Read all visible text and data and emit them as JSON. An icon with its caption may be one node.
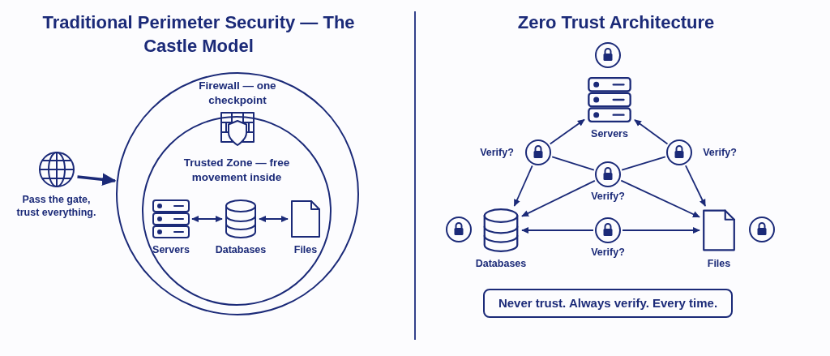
{
  "diagram": {
    "nodes": [
      {
        "text": [
          "Pass the gate, trust everything."
        ]
      },
      {
        "text": [
          "Firewall — one checkpoint"
        ]
      },
      {
        "text": [
          "Trusted Zone — free movement inside"
        ],
        "in": 1
      },
      {
        "text": [
          "Servers"
        ],
        "in": 2
      },
      {
        "text": [
          "Databases"
        ],
        "in": 2
      },
      {
        "text": [
          "Files"
        ],
        "in": 2
      },
      {
        "text": [
          "Servers"
        ]
      },
      {
        "text": [],
        "shape": "circle",
        "beside": [
          "Verify?"
        ]
      },
      {
        "text": [],
        "shape": "circle",
        "beside": [
          "Verify?"
        ]
      },
      {
        "text": [],
        "shape": "circle",
        "beside": [
          "Verify?"
        ]
      },
      {
        "text": [
          "Databases"
        ]
      },
      {
        "text": [],
        "shape": "circle",
        "beside": [
          "Verify?"
        ]
      },
      {
        "text": [
          "Files"
        ]
      },
      {
        "text": [
          "Never trust. Always verify. Every time."
        ]
      }
    ],
    "edges": [
      {
        "from": 0,
        "to": 1,
        "arrow": "to",
        "style": "thick"
      },
      {
        "from": 3,
        "to": 4,
        "arrow": "both"
      },
      {
        "from": 4,
        "to": 5,
        "arrow": "both"
      },
      {
        "from": 7,
        "to": 6,
        "arrow": "to"
      },
      {
        "from": 7,
        "to": 10,
        "arrow": "to"
      },
      {
        "from": 7,
        "to": 9,
        "arrow": "none"
      },
      {
        "from": 8,
        "to": 6,
        "arrow": "to"
      },
      {
        "from": 8,
        "to": 12,
        "arrow": "to"
      },
      {
        "from": 8,
        "to": 9,
        "arrow": "none"
      },
      {
        "from": 9,
        "to": 10,
        "arrow": "to"
      },
      {
        "from": 9,
        "to": 12,
        "arrow": "to"
      },
      {
        "from": 11,
        "to": 10,
        "arrow": "to"
      },
      {
        "from": 11,
        "to": 12,
        "arrow": "to"
      }
    ],
    "labels": [
      "Traditional Perimeter Security — The Castle Model",
      "Zero Trust Architecture"
    ]
  }
}
